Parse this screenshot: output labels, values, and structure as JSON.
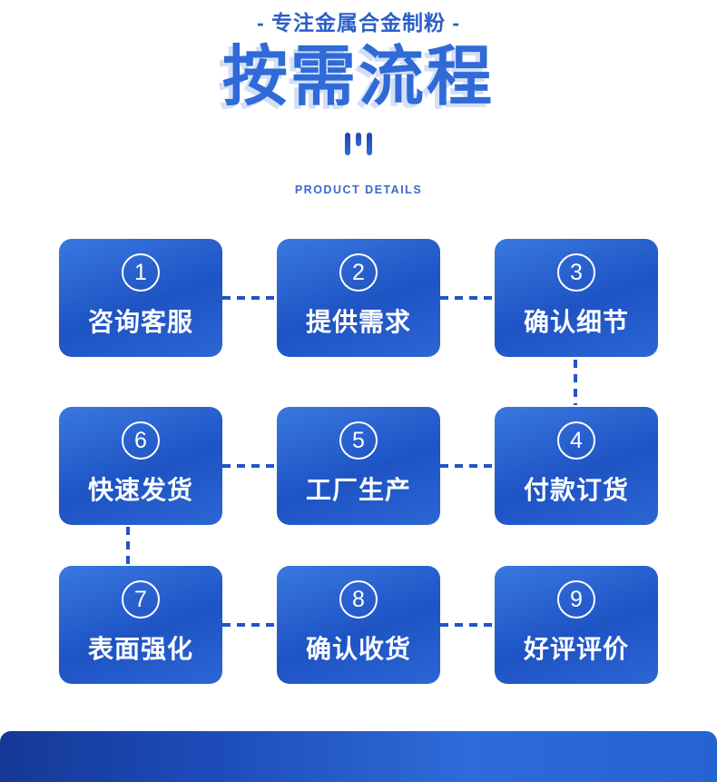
{
  "header": {
    "tagline": "- 专注金属合金制粉 -",
    "title": "按需流程",
    "subtitle": "PRODUCT DETAILS"
  },
  "steps": [
    {
      "num": "1",
      "label": "咨询客服"
    },
    {
      "num": "2",
      "label": "提供需求"
    },
    {
      "num": "3",
      "label": "确认细节"
    },
    {
      "num": "6",
      "label": "快速发货"
    },
    {
      "num": "5",
      "label": "工厂生产"
    },
    {
      "num": "4",
      "label": "付款订货"
    },
    {
      "num": "7",
      "label": "表面强化"
    },
    {
      "num": "8",
      "label": "确认收货"
    },
    {
      "num": "9",
      "label": "好评评价"
    }
  ],
  "flow_note": "steps numbered 1-9 follow a serpentine path: row1 left-to-right, row2 right-to-left, row3 left-to-right",
  "colors": {
    "accent_blue": "#2f6ad8",
    "title_shadow": "#d2dff6",
    "tagline_blue": "#2c5fc8",
    "card_gradient_top": "#3a78e0",
    "card_gradient_bottom": "#2c67d4",
    "connector_blue": "#1f55c5",
    "banner_gradient_left": "#153896",
    "banner_gradient_right": "#2563d0",
    "card_text": "#ffffff",
    "background": "#ffffff"
  }
}
